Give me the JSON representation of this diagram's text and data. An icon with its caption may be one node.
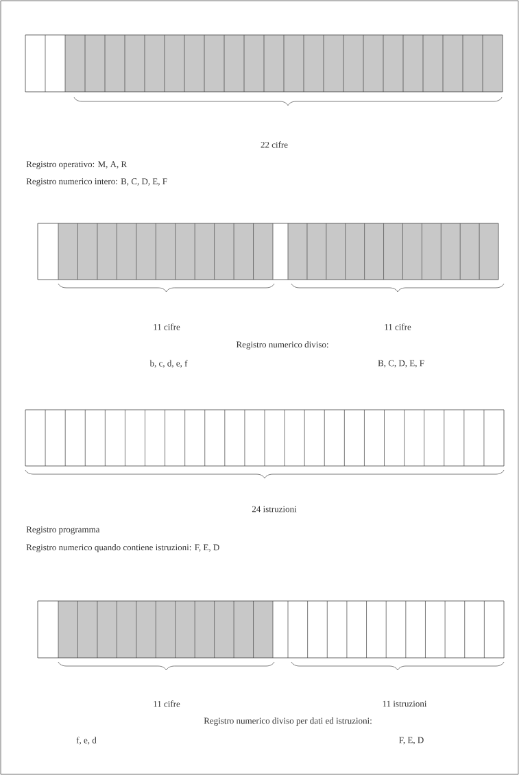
{
  "diagram": {
    "labels": [
      "22 cifre",
      "Registro operativo: M, A, R",
      "Registro numerico intero: B, C, D, E, F",
      "11 cifre",
      "11 cifre",
      "Registro numerico diviso:",
      "b, c, d, e, f",
      "B, C, D, E, F",
      "24 istruzioni",
      "Registro programma",
      "Registro numerico quando contiene istruzioni: F, E, D",
      "11 cifre",
      "11 istruzioni",
      "Registro numerico diviso per dati ed istruzioni:",
      "f, e, d",
      "F, E, D"
    ]
  }
}
